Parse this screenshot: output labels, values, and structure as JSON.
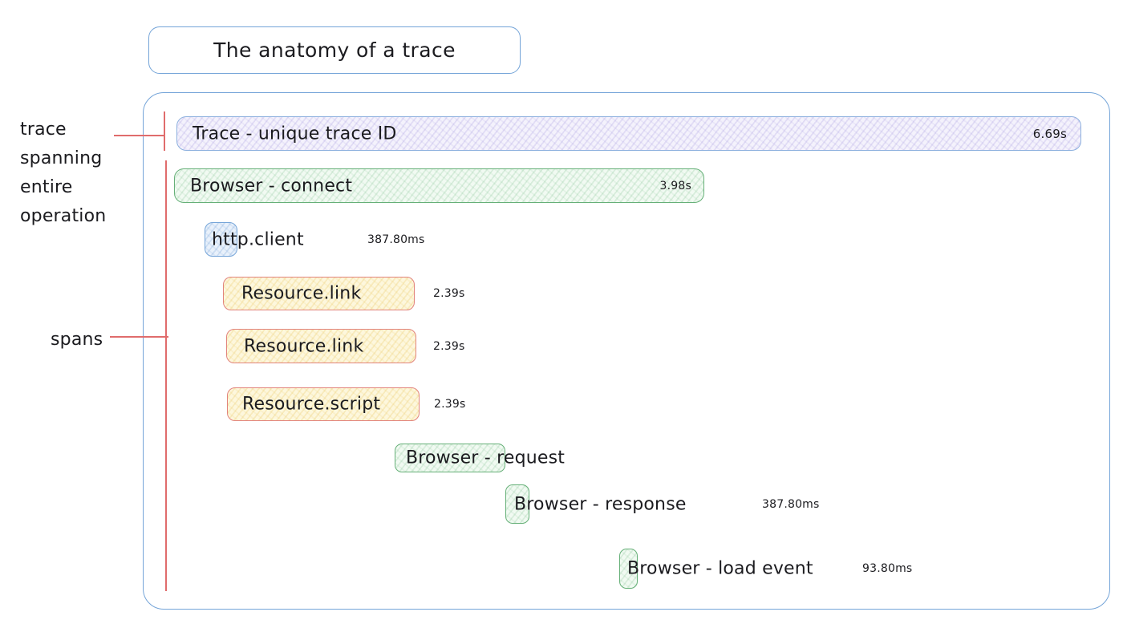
{
  "title": "The anatomy of a trace",
  "annotations": {
    "trace_note_lines": [
      "trace",
      "spanning",
      "entire",
      "operation"
    ],
    "spans_note": "spans"
  },
  "spans": [
    {
      "name": "trace",
      "label": "Trace - unique trace ID",
      "duration": "6.69s",
      "color": "purple"
    },
    {
      "name": "browser-connect",
      "label": "Browser - connect",
      "duration": "3.98s",
      "color": "green"
    },
    {
      "name": "http-client",
      "label": "http.client",
      "duration": "387.80ms",
      "color": "blue"
    },
    {
      "name": "resource-link-1",
      "label": "Resource.link",
      "duration": "2.39s",
      "color": "yellow"
    },
    {
      "name": "resource-link-2",
      "label": "Resource.link",
      "duration": "2.39s",
      "color": "yellow"
    },
    {
      "name": "resource-script",
      "label": "Resource.script",
      "duration": "2.39s",
      "color": "yellow"
    },
    {
      "name": "browser-request",
      "label": "Browser - request",
      "duration": "",
      "color": "green"
    },
    {
      "name": "browser-response",
      "label": "Browser - response",
      "duration": "387.80ms",
      "color": "green"
    },
    {
      "name": "browser-load-event",
      "label": "Browser - load event",
      "duration": "93.80ms",
      "color": "green"
    }
  ],
  "colors": {
    "blue_border": "#74a4d8",
    "purple_fill": "#f4f2fc",
    "green_border": "#66b078",
    "green_fill": "#f1faf2",
    "lightblue_fill": "#e9f1fb",
    "yellow_border": "#e2847c",
    "yellow_fill": "#fdf7dd",
    "red_line": "#e06c6c",
    "ink": "#1b1b1f"
  }
}
